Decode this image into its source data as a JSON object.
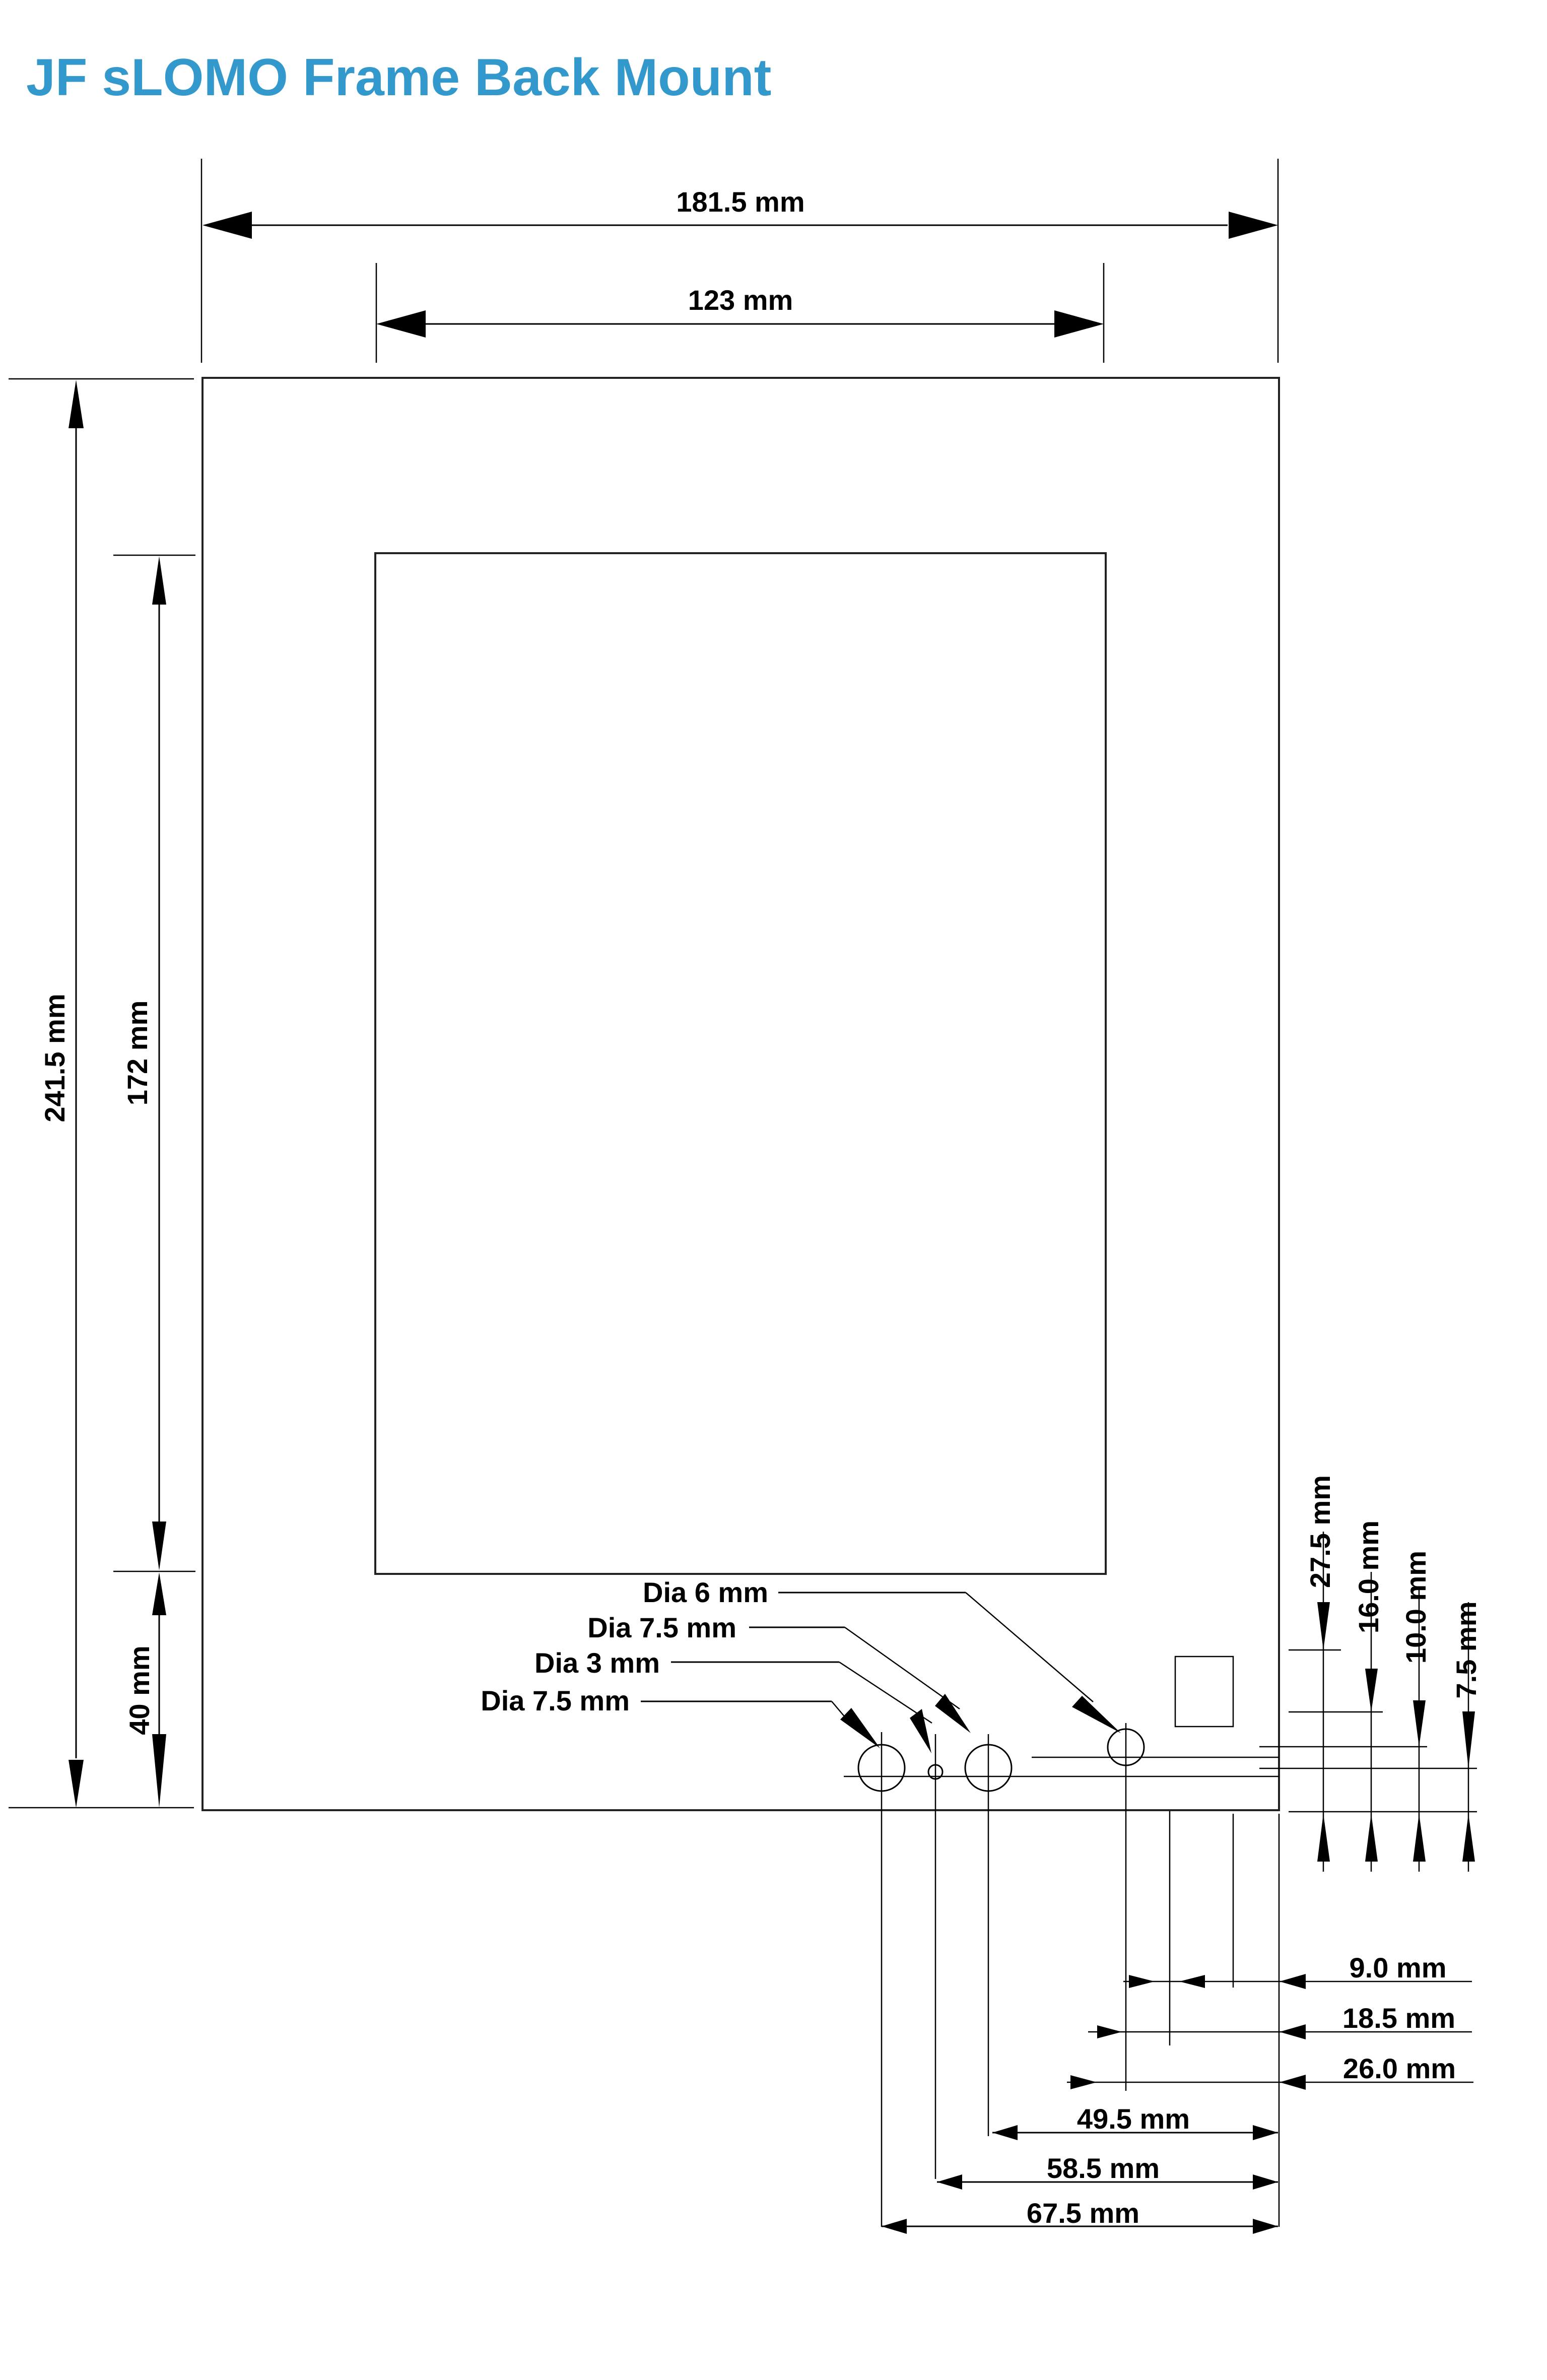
{
  "title": "JF sLOMO Frame Back Mount",
  "colors": {
    "title": "#3399cc",
    "lines": "#000000",
    "background": "#ffffff"
  },
  "drawing": {
    "outer_frame": {
      "width_label": "181.5 mm",
      "height_label": "241.5 mm"
    },
    "inner_window": {
      "width_label": "123 mm",
      "height_label": "172 mm"
    },
    "bottom_margin_label": "40 mm",
    "holes": [
      {
        "label": "Dia 6 mm"
      },
      {
        "label": "Dia 7.5 mm"
      },
      {
        "label": "Dia 3 mm"
      },
      {
        "label": "Dia 7.5 mm"
      }
    ],
    "vertical_offsets": [
      "27.5 mm",
      "16.0 mm",
      "10.0 mm",
      "7.5 mm"
    ],
    "horizontal_offsets_right": [
      "9.0 mm",
      "18.5 mm",
      "26.0 mm"
    ],
    "horizontal_offsets_bottom": [
      "49.5 mm",
      "58.5 mm",
      "67.5 mm"
    ]
  }
}
